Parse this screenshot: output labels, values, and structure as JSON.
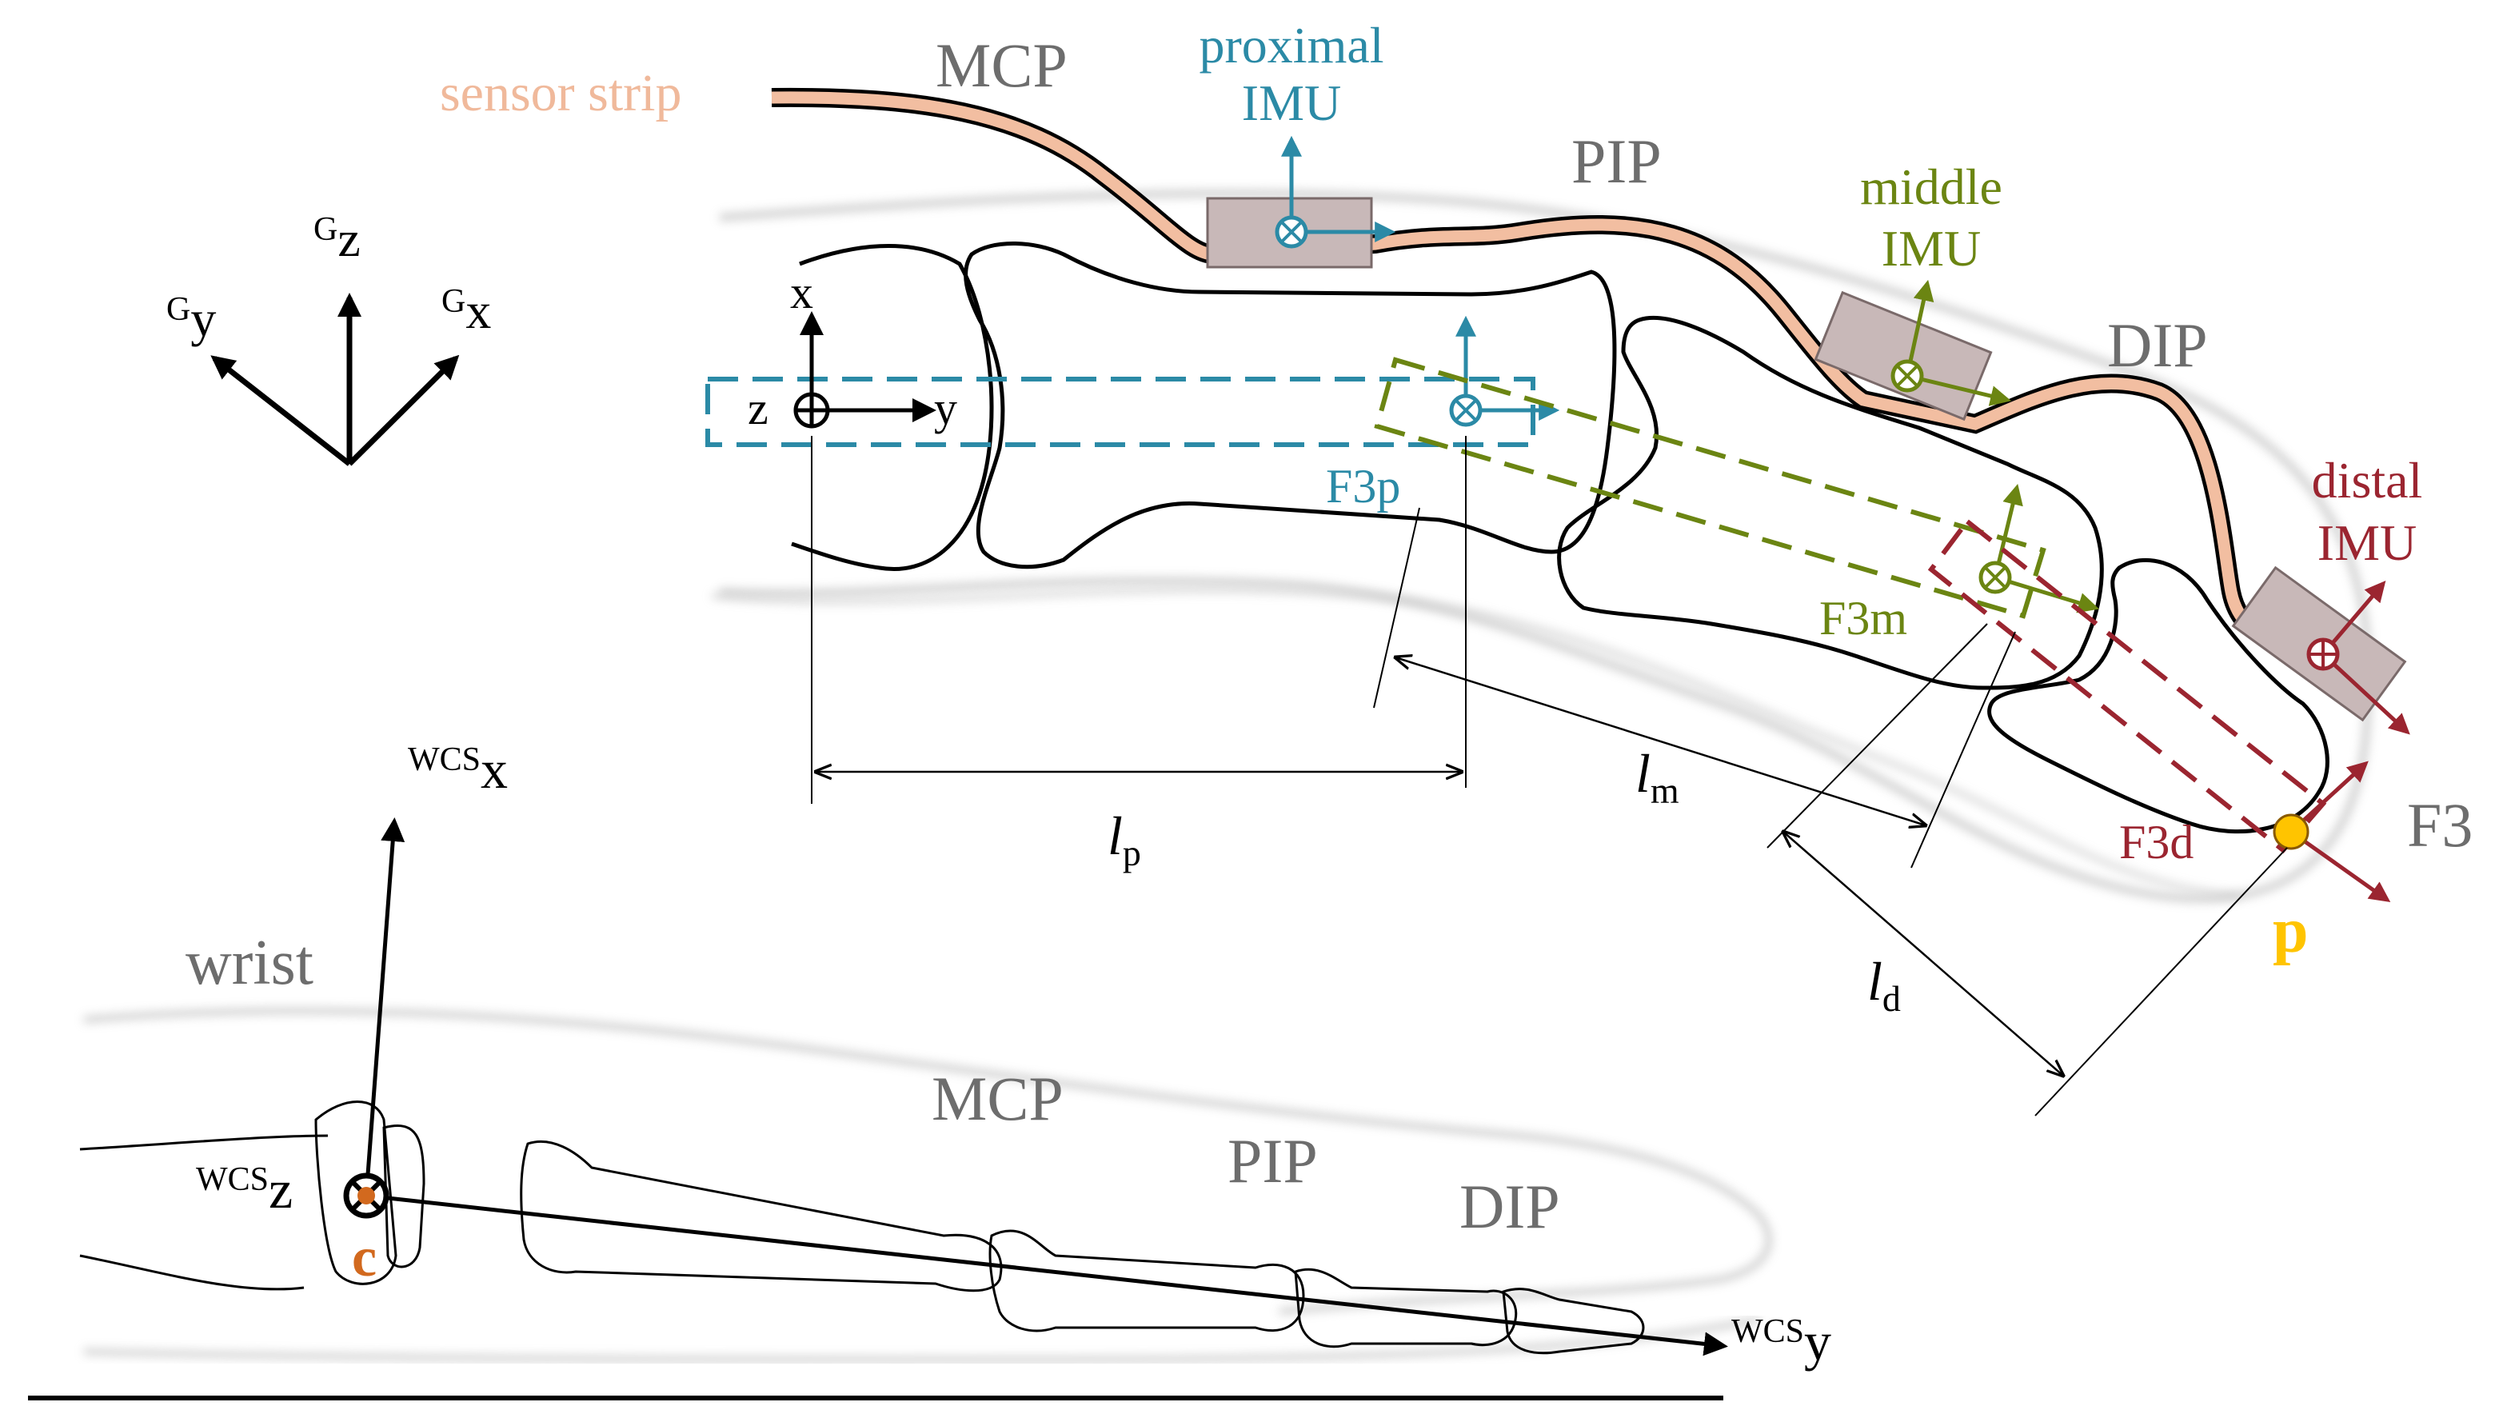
{
  "colors": {
    "proximal": "#2b8aa6",
    "middle": "#6b8512",
    "distal": "#9b2530",
    "sensor": "#f2bea1",
    "sensor_text": "#f0b99b",
    "gray_text": "#6d6d6d",
    "imu_box": "#c8b8b8",
    "point_p": "#ffc400",
    "point_c": "#d2691e",
    "skin": "#c8c8c8",
    "ink": "#000000"
  },
  "global_frame": {
    "z": "z",
    "y": "y",
    "x": "x",
    "superscript": "G"
  },
  "finger": {
    "sensor_strip": "sensor strip",
    "joints": {
      "mcp": "MCP",
      "pip": "PIP",
      "dip": "DIP"
    },
    "finger_label": "F3",
    "proximal_imu": {
      "line1": "proximal",
      "line2": "IMU"
    },
    "middle_imu": {
      "line1": "middle",
      "line2": "IMU"
    },
    "distal_imu": {
      "line1": "distal",
      "line2": "IMU"
    },
    "frame_labels": {
      "proximal": "F3p",
      "middle": "F3m",
      "distal": "F3d"
    },
    "local_axes": {
      "x": "x",
      "y": "y",
      "z": "z"
    },
    "lengths": {
      "lp": {
        "base": "l",
        "sub": "p"
      },
      "lm": {
        "base": "l",
        "sub": "m"
      },
      "ld": {
        "base": "l",
        "sub": "d"
      }
    },
    "point_p": "p"
  },
  "hand": {
    "wrist": "wrist",
    "joints": {
      "mcp": "MCP",
      "pip": "PIP",
      "dip": "DIP"
    },
    "wcs_prefix": "WCS",
    "axes": {
      "x": "x",
      "y": "y",
      "z": "z"
    },
    "point_c": "c"
  }
}
